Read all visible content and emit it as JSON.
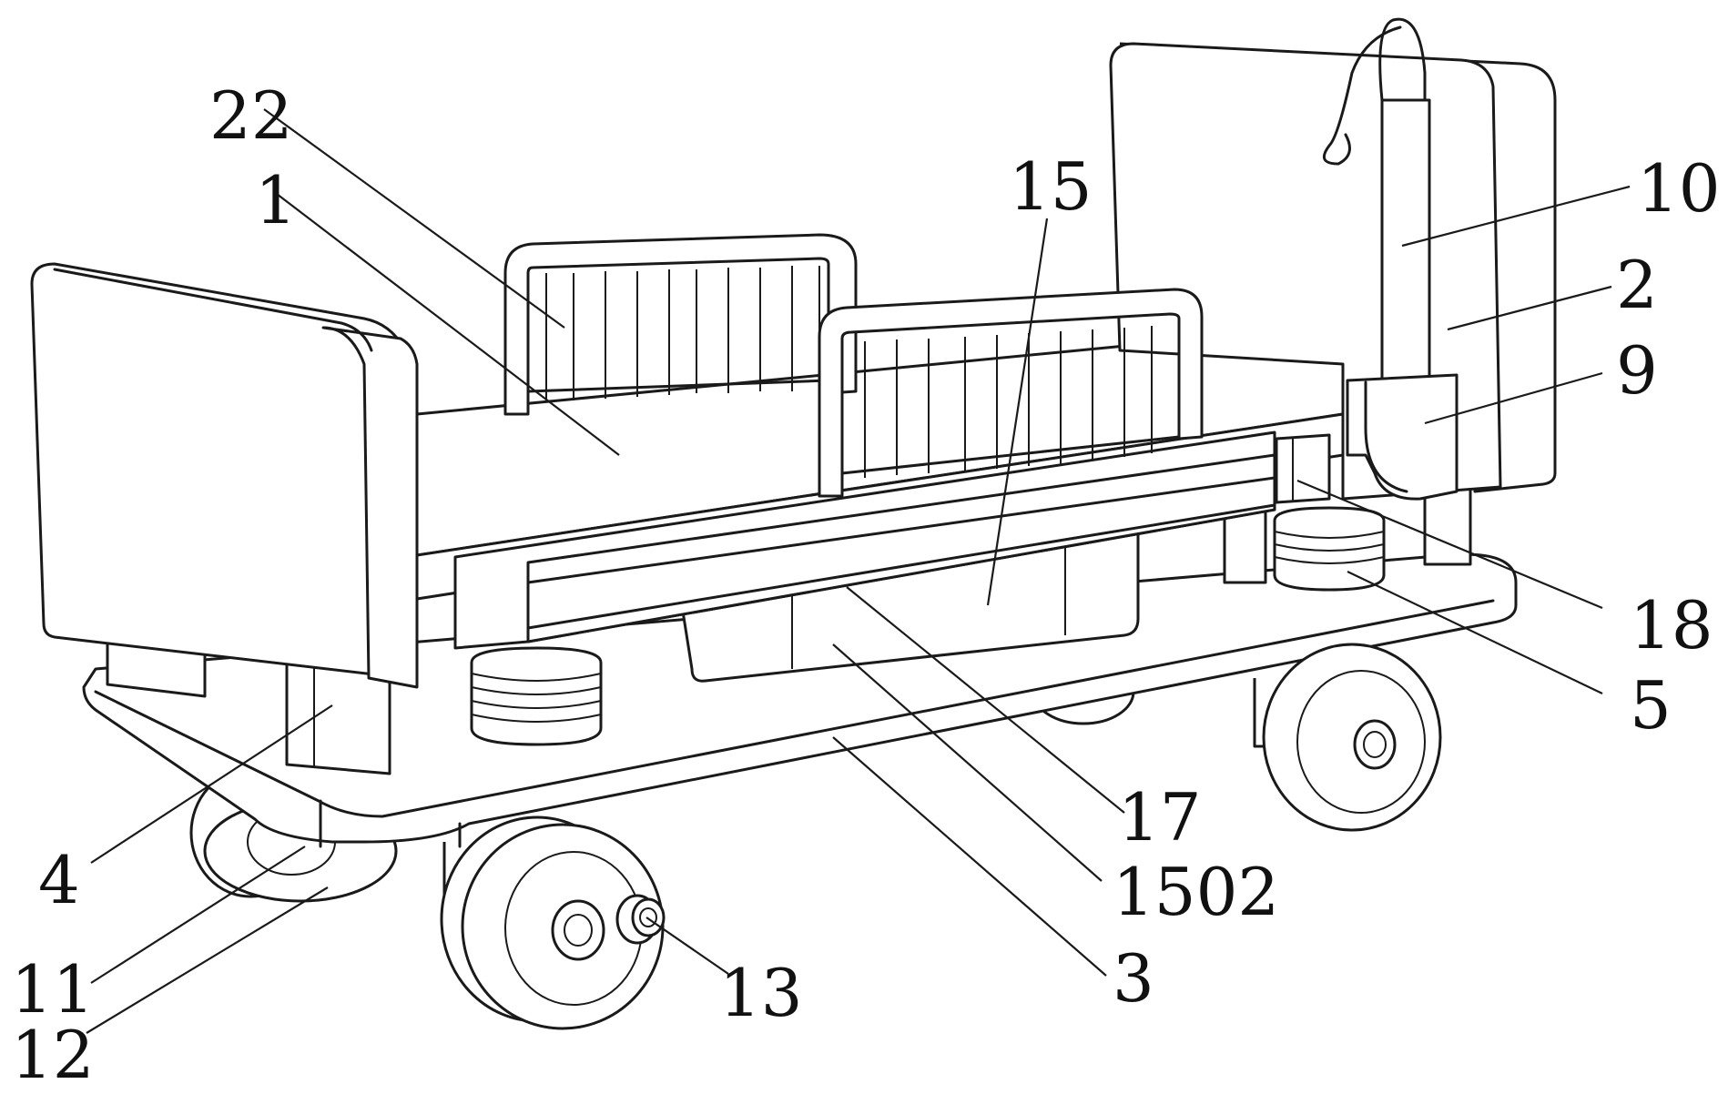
{
  "labels": {
    "l22": "22",
    "l1": "1",
    "l15": "15",
    "l10": "10",
    "l2": "2",
    "l9": "9",
    "l18": "18",
    "l5": "5",
    "l17": "17",
    "l1502": "1502",
    "l3": "3",
    "l4": "4",
    "l11": "11",
    "l12": "12",
    "l13": "13"
  }
}
